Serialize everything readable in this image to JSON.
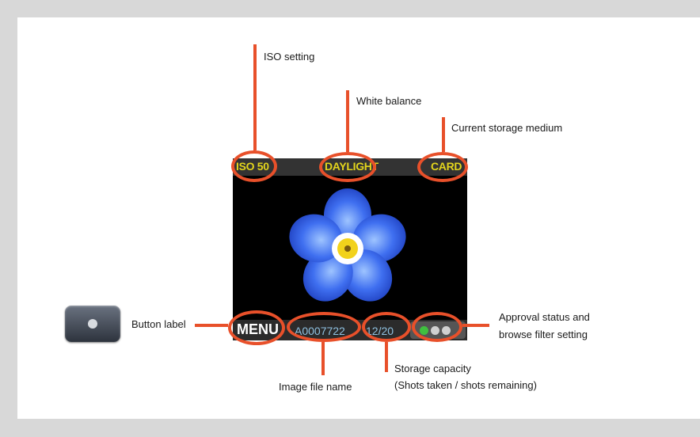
{
  "screen": {
    "iso": "ISO 50",
    "white_balance": "DAYLIGHT",
    "storage": "CARD",
    "menu": "MENU",
    "file_name": "A0007722",
    "capacity": "12/20"
  },
  "labels": {
    "iso_setting": "ISO setting",
    "white_balance": "White balance",
    "storage_medium": "Current storage medium",
    "button_label": "Button label",
    "file_name": "Image file name",
    "storage_capacity_1": "Storage capacity",
    "storage_capacity_2": "(Shots taken / shots remaining)",
    "approval_1": "Approval status and",
    "approval_2": "browse filter setting"
  },
  "colors": {
    "callout": "#e8502a",
    "top_text": "#e3d51c",
    "bottom_text": "#8fc1e0",
    "flower": "#3f6ff0"
  }
}
